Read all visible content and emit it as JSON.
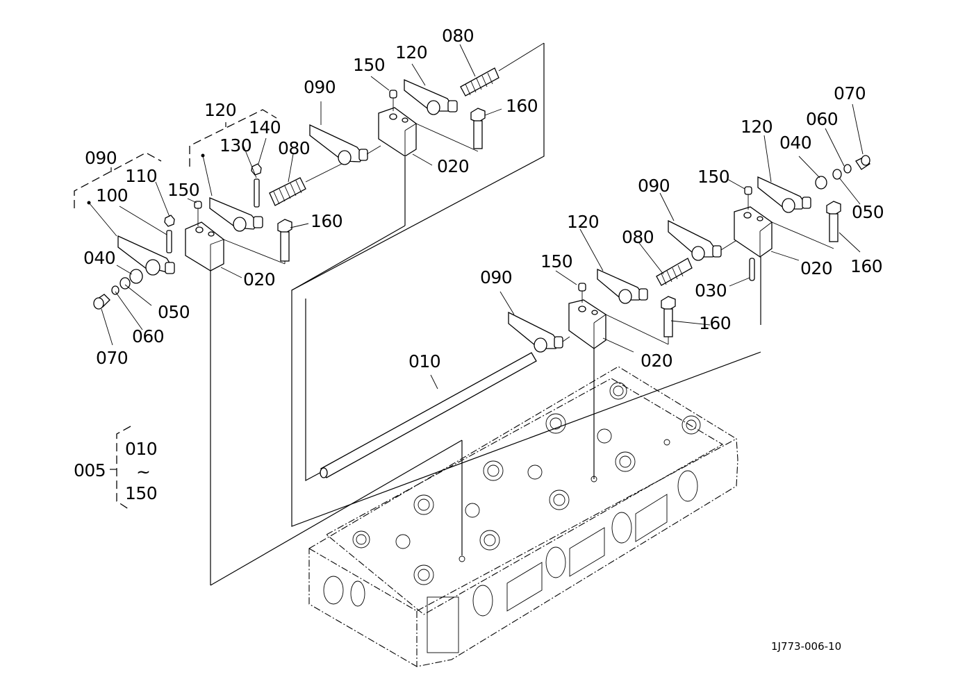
{
  "diagram": {
    "reference_code": "1J773-006-10",
    "assembly": {
      "label": "005",
      "range_start": "010",
      "range_symbol": "~",
      "range_end": "150"
    },
    "callouts": {
      "left_090": "090",
      "left_110": "110",
      "left_100": "100",
      "left_150": "150",
      "left_040": "040",
      "left_050": "050",
      "left_060": "060",
      "left_070": "070",
      "left_020": "020",
      "left_120": "120",
      "left_130": "130",
      "left_140": "140",
      "left_080": "080",
      "left_160": "160",
      "top_090": "090",
      "top_150": "150",
      "top_120": "120",
      "top_080": "080",
      "top_160": "160",
      "top_020": "020",
      "mid_090": "090",
      "mid_150": "150",
      "mid_120": "120",
      "mid_080": "080",
      "mid_160": "160",
      "mid_020": "020",
      "mid_010": "010",
      "right_120": "120",
      "right_150": "150",
      "right_090": "090",
      "right_040": "040",
      "right_060": "060",
      "right_070": "070",
      "right_050": "050",
      "right_020": "020",
      "right_160": "160",
      "right_030": "030"
    }
  }
}
